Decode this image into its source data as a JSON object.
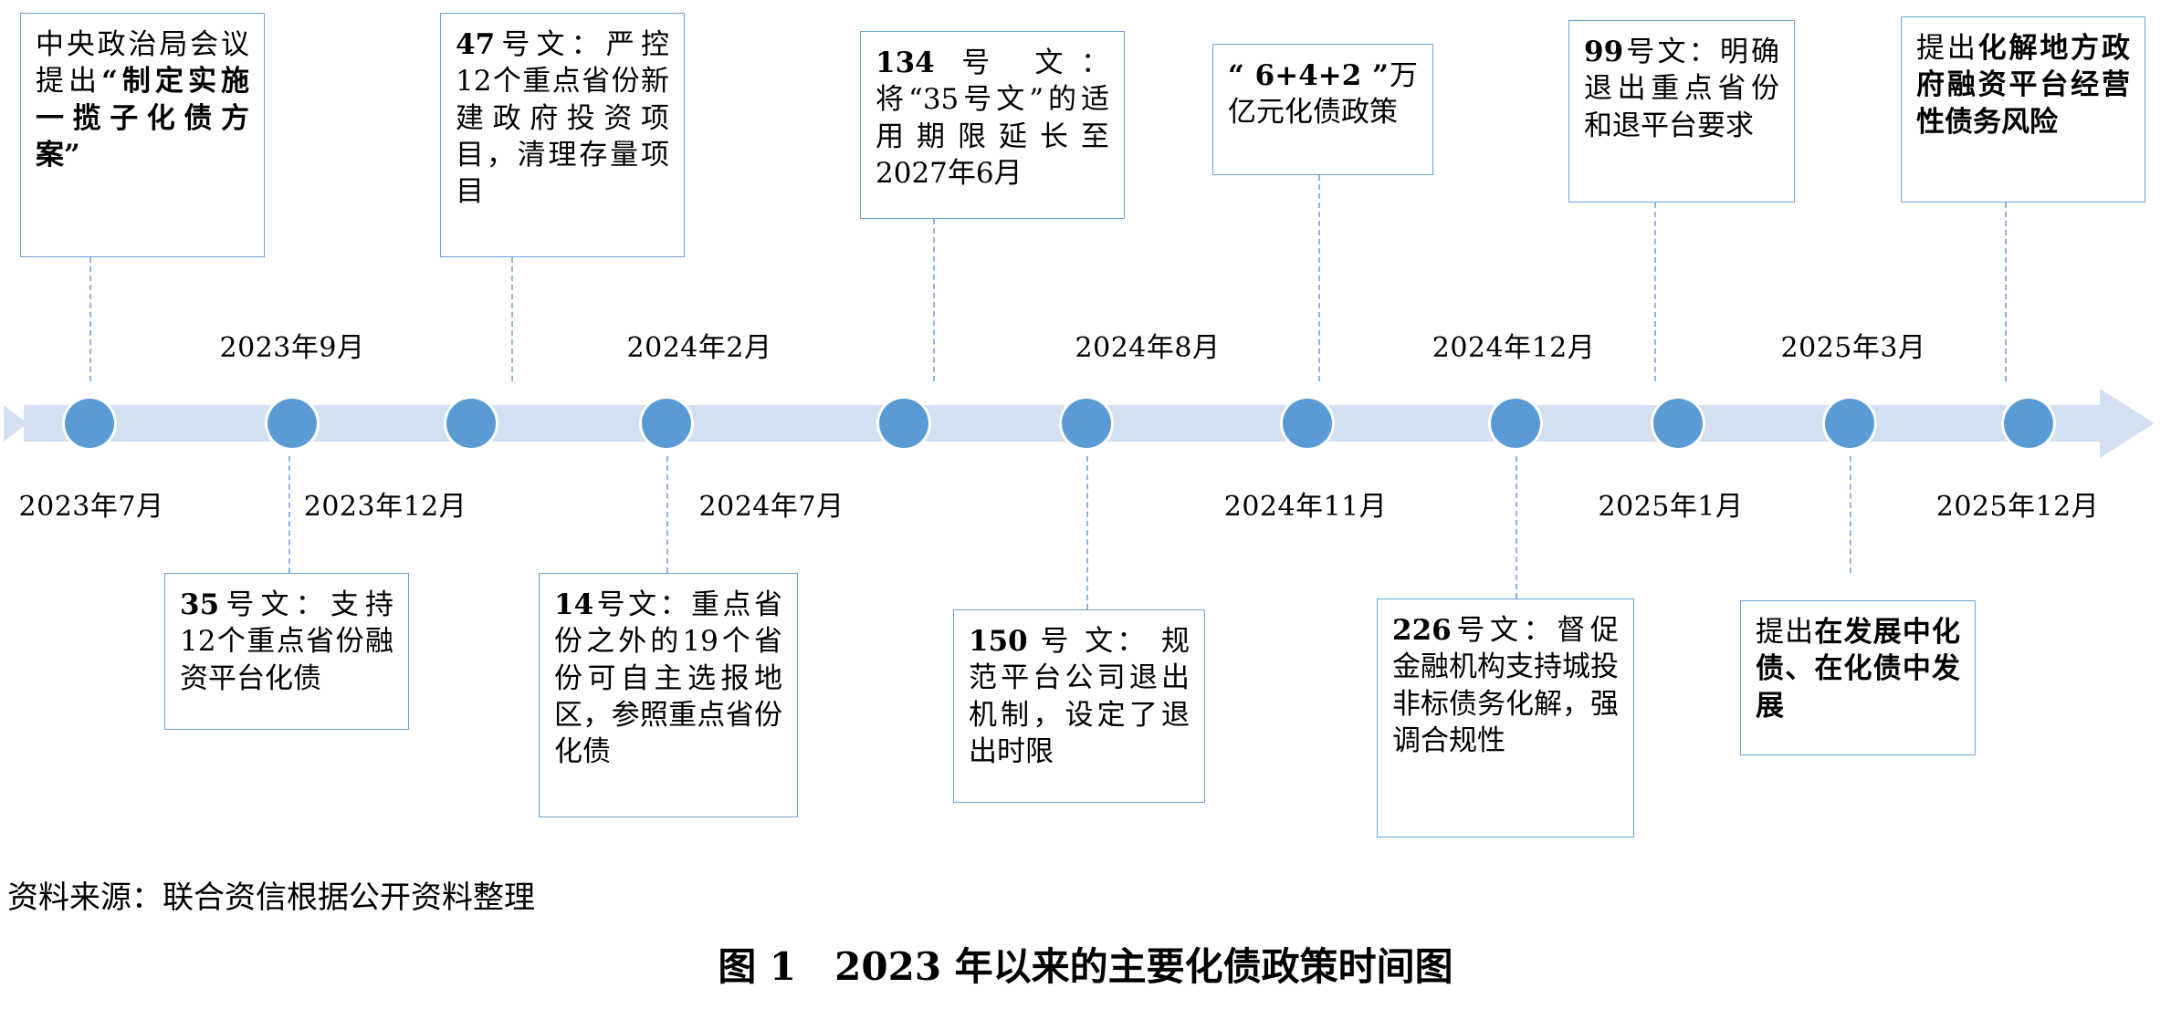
{
  "figure": {
    "caption": "图 1　2023 年以来的主要化债政策时间图",
    "source": "资料来源：联合资信根据公开资料整理"
  },
  "colors": {
    "axis_bar": "#d3e0f2",
    "dot": "#5b9bd5",
    "box_border": "#6ba3d6",
    "connector": "#8fb4dd"
  },
  "timeline": {
    "dates_above": [
      "2023年9月",
      "2024年2月",
      "2024年8月",
      "2024年12月",
      "2025年3月"
    ],
    "dates_below": [
      "2023年7月",
      "2023年12月",
      "2024年7月",
      "2024年11月",
      "2025年1月",
      "2025年12月"
    ],
    "milestones": [
      {
        "date": "2023年7月",
        "position": "below"
      },
      {
        "date": "2023年9月",
        "position": "above"
      },
      {
        "date": "2023年12月",
        "position": "below"
      },
      {
        "date": "2024年2月",
        "position": "above"
      },
      {
        "date": "2024年7月",
        "position": "below"
      },
      {
        "date": "2024年8月",
        "position": "above"
      },
      {
        "date": "2024年11月",
        "position": "below"
      },
      {
        "date": "2024年12月",
        "position": "above"
      },
      {
        "date": "2025年1月",
        "position": "below"
      },
      {
        "date": "2025年3月",
        "position": "above"
      },
      {
        "date": "2025年12月",
        "position": "below"
      }
    ]
  },
  "boxes_above": [
    {
      "id": "box-2023-07",
      "lines": [
        {
          "text": "中央政治局",
          "bold": false
        },
        {
          "text": "会议提出",
          "bold": false
        },
        {
          "text": "“制定实施",
          "bold": true
        },
        {
          "text": "一揽子化债",
          "bold": true
        },
        {
          "text": "方案”",
          "bold": true
        }
      ],
      "plain": "中央政治局会议提出“制定实施一揽子化债方案”"
    },
    {
      "id": "box-2023-09",
      "lines": [
        {
          "text": "47",
          "bold": true
        },
        {
          "text": "号文：严控12个重点省份新建政府投资项目，清理存量项目",
          "bold": false
        }
      ],
      "plain": "47号文：严控12个重点省份新建政府投资项目，清理存量项目"
    },
    {
      "id": "box-2024-02",
      "lines": [
        {
          "text": "134",
          "bold": true
        },
        {
          "text": "号文：将“35号文”的适用期限延长至2027年6月",
          "bold": false
        }
      ],
      "plain": "134 号文： 将“35号文”的适用期限延长至2027年6月"
    },
    {
      "id": "box-2024-08",
      "lines": [
        {
          "text": "“ 6+4+2 ”",
          "bold": true
        },
        {
          "text": "万亿元化债政策",
          "bold": false
        }
      ],
      "plain": "“ 6+4+2 ”万亿元化债政策"
    },
    {
      "id": "box-2024-12",
      "lines": [
        {
          "text": "99",
          "bold": true
        },
        {
          "text": "号文：明确退出重点省份和退平台要求",
          "bold": false
        }
      ],
      "plain": "99号文：明确退出重点省份和退平台要求"
    },
    {
      "id": "box-2025-03",
      "lines": [
        {
          "text": "提出",
          "bold": false
        },
        {
          "text": "化解地方政府融资平台经营性债务风险",
          "bold": true
        }
      ],
      "plain": "提出化解地方政府融资平台经营性债务风险"
    }
  ],
  "boxes_below": [
    {
      "id": "box-2023-12",
      "lines": [
        {
          "text": "35",
          "bold": true
        },
        {
          "text": "号文：支持12个重点省份融资平台化债",
          "bold": false
        }
      ],
      "plain": "35号文：支持12个重点省份融资平台化债"
    },
    {
      "id": "box-2024-07",
      "lines": [
        {
          "text": "14",
          "bold": true
        },
        {
          "text": "号文：重点省份之外的19个省份可自主选报地区，参照重点省份化债",
          "bold": false
        }
      ],
      "plain": "14号文：重点省份之外的19个省份可自主选报地区，参照重点省份化债"
    },
    {
      "id": "box-2024-11",
      "lines": [
        {
          "text": "150",
          "bold": true
        },
        {
          "text": "号文：规范平台公司退出机制，设定了退出时限",
          "bold": false
        }
      ],
      "plain": "150 号 文： 规范平台公司退出机制，设定了退出时限"
    },
    {
      "id": "box-2025-01",
      "lines": [
        {
          "text": "226",
          "bold": true
        },
        {
          "text": "号文：督促金融机构支持城投非标债务化解，强调合规性",
          "bold": false
        }
      ],
      "plain": "226号文：督促金融机构支持城投非标债务化解，强调合规性"
    },
    {
      "id": "box-2025-12",
      "lines": [
        {
          "text": "提出",
          "bold": false
        },
        {
          "text": "在发展中化债、在化债中发展",
          "bold": true
        }
      ],
      "plain": "提出在发展中化债、在化债中发展"
    }
  ]
}
